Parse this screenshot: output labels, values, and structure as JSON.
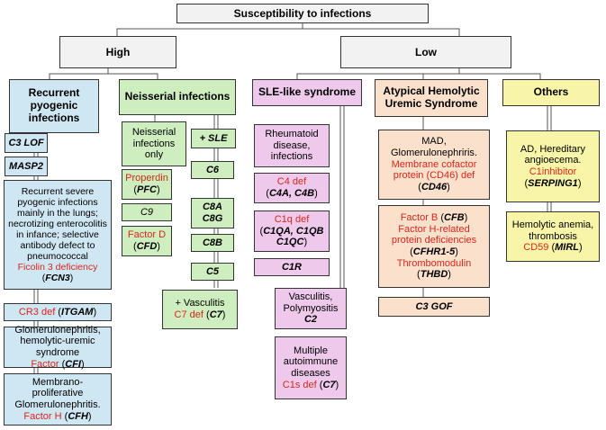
{
  "root": "Susceptibility to infections",
  "high": "High",
  "low": "Low",
  "recurrent": {
    "title": "Recurrent pyogenic infections",
    "c3lof": "C3 LOF",
    "masp2": "MASP2",
    "ficolin_text": "Recurrent severe pyogenic infections mainly in the lungs; necrotizing enterocolitis in infance; selective antibody defect to pneumococcal",
    "ficolin_red": "Ficolin 3 deficiency",
    "ficolin_gene": "FCN3",
    "cr3_red": "CR3 def",
    "cr3_gene": "ITGAM",
    "cfi_text": "Glomerulonephritis, hemolytic-uremic syndrome",
    "cfi_red": "Factor",
    "cfi_gene": "CFI",
    "cfh_text": "Membrano-proliferative Glomerulonephritis.",
    "cfh_red": "Factor H",
    "cfh_gene": "CFH"
  },
  "neisserial": {
    "title": "Neisserial infections",
    "only": "Neisserial infections only",
    "properdin_red": "Properdin",
    "properdin_gene": "PFC",
    "c9": "C9",
    "factord_red": "Factor D",
    "factord_gene": "CFD",
    "sle": "+ SLE",
    "c6": "C6",
    "c8a": "C8A",
    "c8g": "C8G",
    "c8b": "C8B",
    "c5": "C5",
    "vasc": "+ Vasculitis",
    "c7_red": "C7 def",
    "c7_gene": "C7"
  },
  "sle_like": {
    "title": "SLE-like syndrome",
    "rheum": "Rheumatoid disease, infections",
    "c4_red": "C4 def",
    "c4_gene": "C4A, C4B",
    "c1q_red": "C1q def",
    "c1q_gene": "C1QA, C1QB C1QC",
    "c1r": "C1R",
    "vascpoly": "Vasculitis, Polymyositis",
    "c2": "C2",
    "multi": "Multiple autoimmune diseases",
    "c1s_red": "C1s def",
    "c1s_gene": "C7"
  },
  "ahus": {
    "title": "Atypical Hemolytic Uremic Syndrome",
    "mad": "MAD, Glomerulonephriris.",
    "mcp_red": "Membrane cofactor protein (CD46) def",
    "mcp_gene": "CD46",
    "fb_red": "Factor B",
    "fb_gene": "CFB",
    "fhr_red": "Factor H-related protein deficiencies",
    "fhr_gene": "CFHR1-5",
    "thbd_red": "Thrombomodulin",
    "thbd_gene": "THBD",
    "c3gof": "C3 GOF"
  },
  "others": {
    "title": "Others",
    "ad": "AD, Hereditary angioecema.",
    "c1inh_red": "C1inhibitor",
    "c1inh_gene": "SERPING1",
    "hemo": "Hemolytic anemia, thrombosis",
    "cd59_red": "CD59",
    "cd59_gene": "MIRL"
  },
  "colors": {
    "blue": "#cfe6f3",
    "green": "#cfeebf",
    "pink": "#eec9ec",
    "peach": "#fbe1cc",
    "yellow": "#f8f5a8",
    "red": "#d8261b"
  }
}
